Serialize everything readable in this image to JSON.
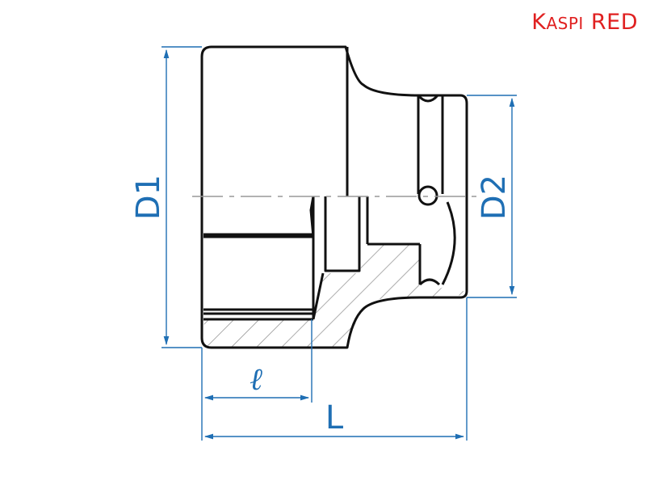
{
  "brand": {
    "first_letter": "K",
    "rest_small_caps": "ASPI",
    "second_word": "RED",
    "color": "#e02020"
  },
  "dimensions": {
    "d1_label": "D1",
    "d2_label": "D2",
    "overall_length_label": "L",
    "socket_depth_label": "ℓ",
    "color": "#1f6fb4"
  },
  "outline_color": "#111111",
  "hatch_color": "#888888",
  "centerline_color": "#999999"
}
